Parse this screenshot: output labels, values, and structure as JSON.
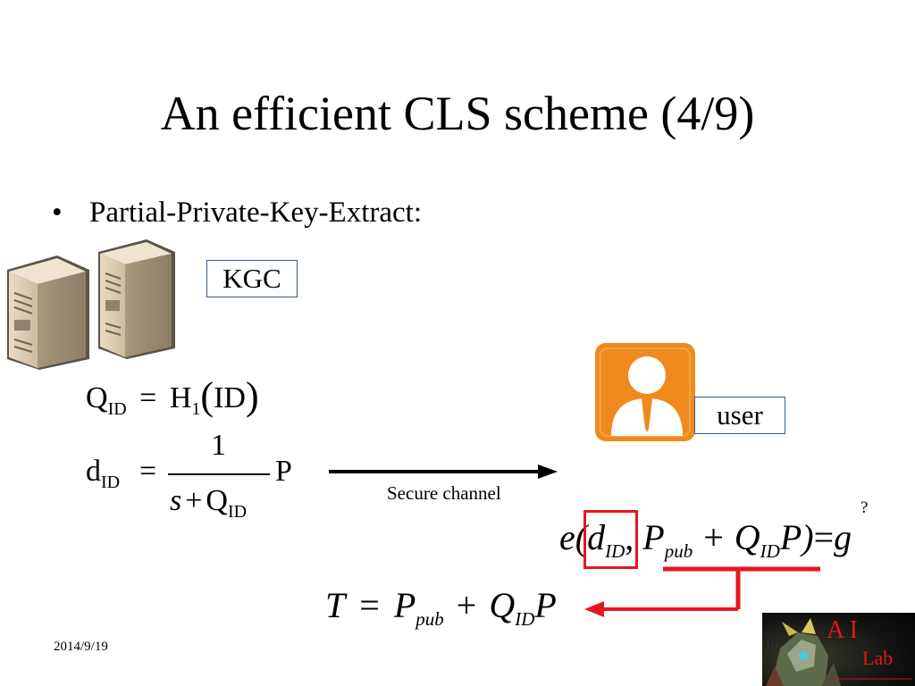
{
  "slide": {
    "title": "An efficient CLS scheme (4/9)",
    "bullet_symbol": "•",
    "bullet": "Partial-Private-Key-Extract:",
    "kgc_label": "KGC",
    "user_label": "user",
    "channel_label": "Secure channel",
    "date": "2014/9/19",
    "page_number": "10"
  },
  "logo": {
    "line1": "A I",
    "line2": "Lab"
  },
  "formulas": {
    "q_id": {
      "lhs": "Q",
      "lhs_sub": "ID",
      "eq": "=",
      "fn": "H",
      "fn_sub": "1",
      "arg": "ID"
    },
    "d_id": {
      "lhs": "d",
      "lhs_sub": "ID",
      "eq": "=",
      "numerator": "1",
      "den_s": "s",
      "den_plus": "+",
      "den_q": "Q",
      "den_q_sub": "ID",
      "tail": "P"
    },
    "verify": {
      "e": "e(",
      "d": "d",
      "d_sub": "ID",
      "comma": ",",
      "p": "P",
      "p_sub": "pub",
      "plus": "+",
      "q": "Q",
      "q_sub": "ID",
      "p2": "P)",
      "eq": "=",
      "question": "?",
      "g": "g"
    },
    "t": {
      "lhs": "T",
      "eq": "=",
      "p": "P",
      "p_sub": "pub",
      "plus": "+",
      "q": "Q",
      "q_sub": "ID",
      "tail": "P"
    }
  },
  "colors": {
    "accent_red": "#e8161b",
    "user_orange": "#f08a1c",
    "box_border": "#3d5a8a"
  }
}
